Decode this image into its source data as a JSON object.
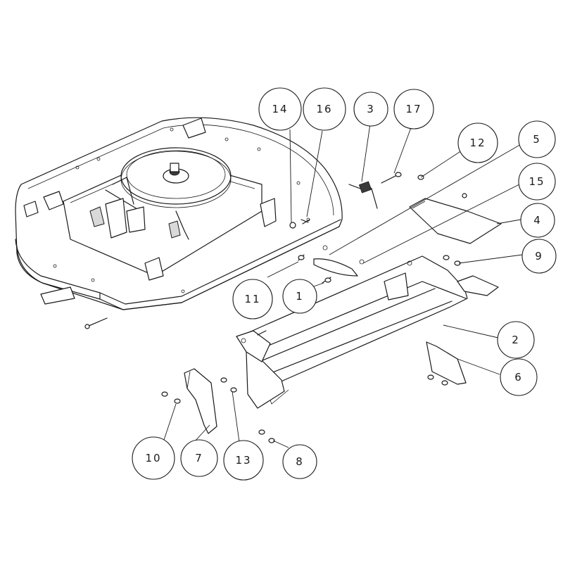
{
  "callouts": [
    {
      "label": "14"
    },
    {
      "label": "16"
    },
    {
      "label": "3"
    },
    {
      "label": "17"
    },
    {
      "label": "12"
    },
    {
      "label": "5"
    },
    {
      "label": "15"
    },
    {
      "label": "4"
    },
    {
      "label": "9"
    },
    {
      "label": "11"
    },
    {
      "label": "1"
    },
    {
      "label": "2"
    },
    {
      "label": "6"
    },
    {
      "label": "10"
    },
    {
      "label": "7"
    },
    {
      "label": "13"
    },
    {
      "label": "8"
    }
  ]
}
